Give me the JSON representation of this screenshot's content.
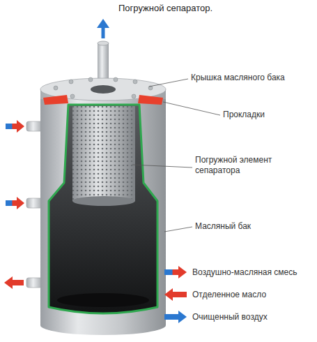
{
  "diagram": {
    "title": "Погружной сепаратор.",
    "labels": [
      "Крышка масляного бака",
      "Прокладки",
      "Погружной элемент сепаратора",
      "Масляный бак"
    ],
    "legend": [
      {
        "text": "Воздушно-масляная смесь"
      },
      {
        "text": "Отделенное масло"
      },
      {
        "text": "Очищенный воздух"
      }
    ]
  }
}
